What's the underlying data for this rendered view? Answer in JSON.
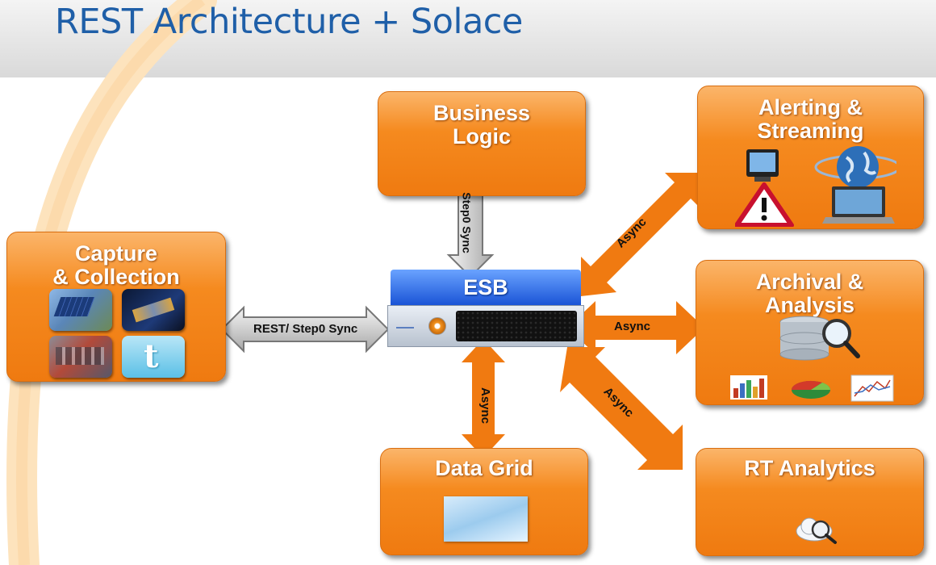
{
  "slide": {
    "title": "REST Architecture + Solace"
  },
  "boxes": {
    "business_logic": [
      "Business",
      "Logic"
    ],
    "alerting": [
      "Alerting &",
      "Streaming"
    ],
    "capture": [
      "Capture",
      "& Collection"
    ],
    "archival": [
      "Archival &",
      "Analysis"
    ],
    "data_grid": [
      "Data Grid"
    ],
    "rt_analytics": [
      "RT Analytics"
    ]
  },
  "esb": {
    "label": "ESB"
  },
  "arrows": {
    "rest": "REST/ Step0 Sync",
    "step0": "Step0 Sync",
    "async_alert": "Async",
    "async_archival": "Async",
    "async_rt": "Async",
    "async_grid": "Async"
  },
  "colors": {
    "box": "#f58a1f",
    "title": "#1f5fa8",
    "esb": "#1a54d6",
    "swoosh": "#fbd9a8"
  }
}
